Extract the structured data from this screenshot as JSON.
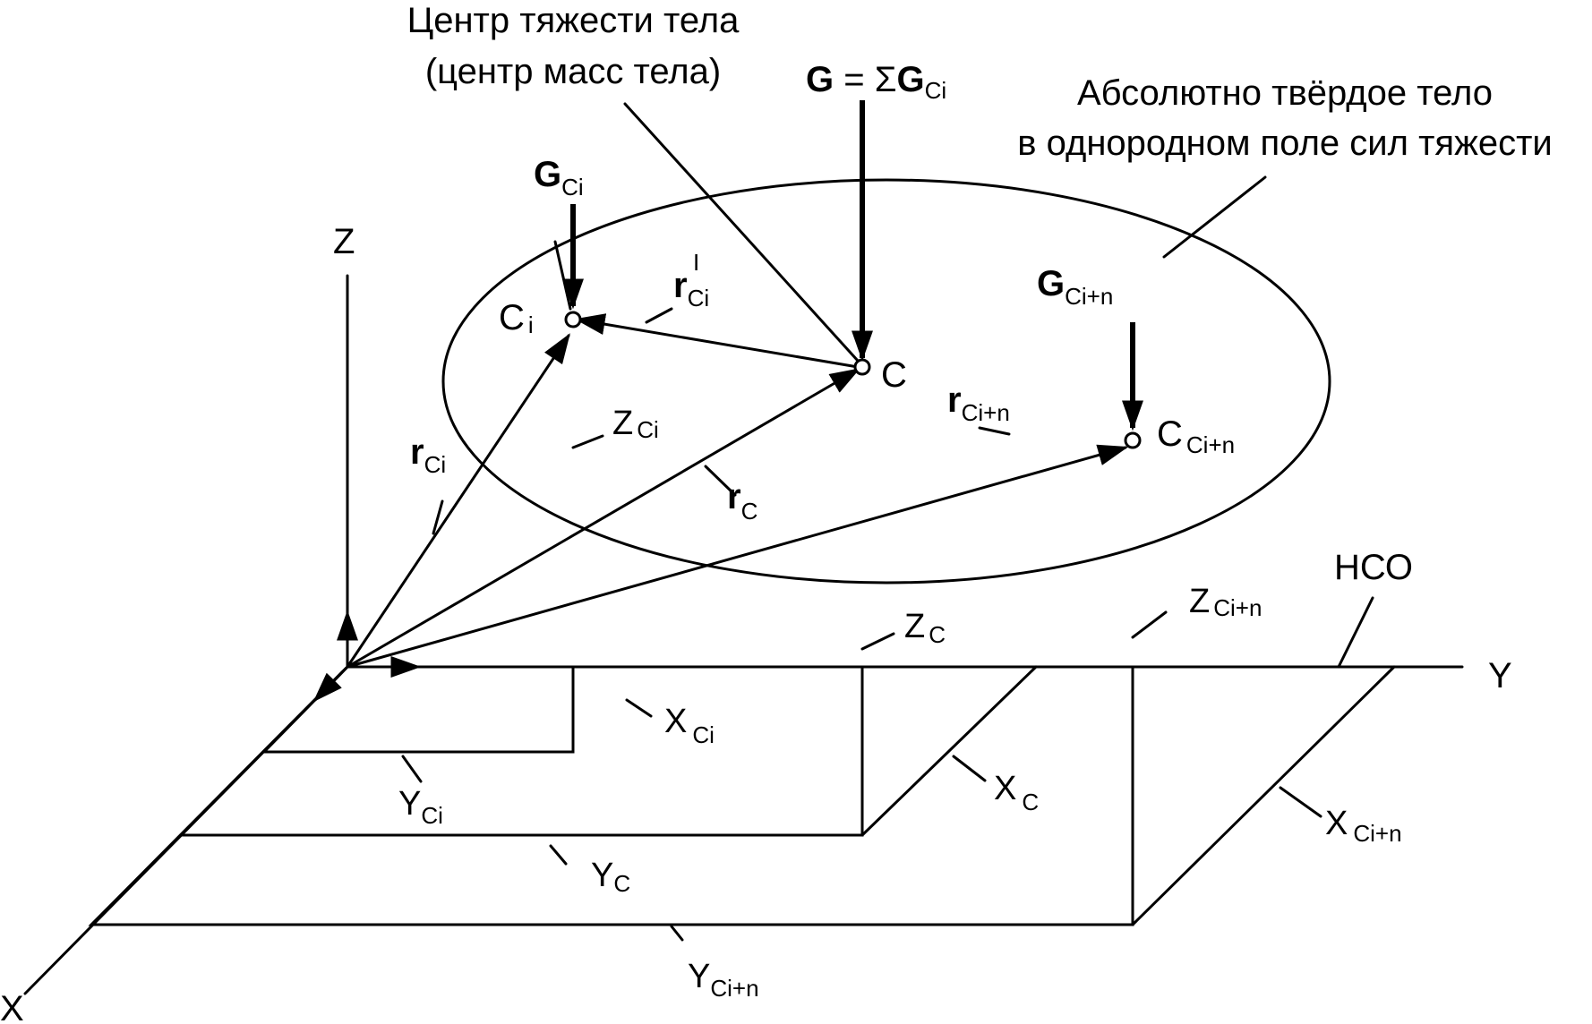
{
  "title": {
    "center_line1": "Центр тяжести тела",
    "center_line2": "(центр масс тела)",
    "body_line1": "Абсолютно твёрдое тело",
    "body_line2": "в однородном поле сил тяжести"
  },
  "force_total": {
    "G": "G",
    "eq": " = ",
    "sigma": "Σ",
    "G2": "G",
    "sub": "Ci"
  },
  "forces": {
    "gci": {
      "main": "G",
      "sub": "Ci"
    },
    "gcin": {
      "main": "G",
      "sub": "Ci+n"
    }
  },
  "points": {
    "ci": {
      "main": "C",
      "sub": "i"
    },
    "c": {
      "main": "C"
    },
    "cin": {
      "main": "C",
      "sub": "Ci+n"
    }
  },
  "vectors": {
    "rci_prime": {
      "main": "r",
      "sub": "Ci",
      "sup": "I"
    },
    "rci": {
      "main": "r",
      "sub": "Ci"
    },
    "rc": {
      "main": "r",
      "sub": "C"
    },
    "rcin": {
      "main": "r",
      "sub": "Ci+n"
    }
  },
  "coords": {
    "zci": {
      "main": "Z",
      "sub": "Ci"
    },
    "zc": {
      "main": "Z",
      "sub": "C"
    },
    "zcin": {
      "main": "Z",
      "sub": "Ci+n"
    },
    "xci": {
      "main": "X",
      "sub": "Ci"
    },
    "xc": {
      "main": "X",
      "sub": "C"
    },
    "xcin": {
      "main": "X",
      "sub": "Ci+n"
    },
    "yci": {
      "main": "Y",
      "sub": "Ci"
    },
    "yc": {
      "main": "Y",
      "sub": "C"
    },
    "ycin": {
      "main": "Y",
      "sub": "Ci+n"
    }
  },
  "axes": {
    "x": "X",
    "y": "Y",
    "z": "Z",
    "frame": "НСО"
  }
}
